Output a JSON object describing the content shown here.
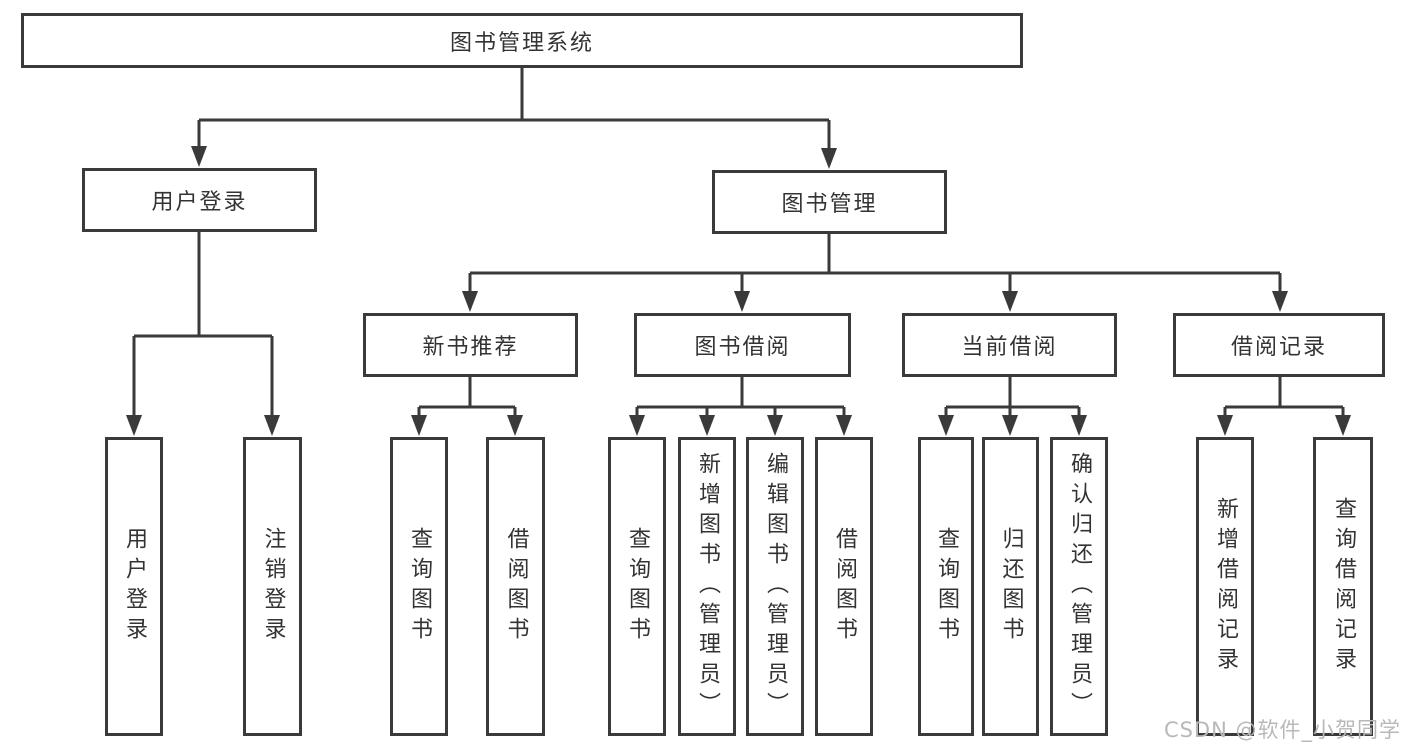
{
  "diagram": {
    "title": "图书管理系统",
    "root": {
      "label": "图书管理系统"
    },
    "level2": [
      {
        "label": "用户登录"
      },
      {
        "label": "图书管理"
      }
    ],
    "level3": [
      {
        "label": "新书推荐"
      },
      {
        "label": "图书借阅"
      },
      {
        "label": "当前借阅"
      },
      {
        "label": "借阅记录"
      }
    ],
    "leaves": {
      "user_login": [
        {
          "label": "用户登录"
        },
        {
          "label": "注销登录"
        }
      ],
      "new_books": [
        {
          "label": "查询图书"
        },
        {
          "label": "借阅图书"
        }
      ],
      "book_borrow": [
        {
          "label": "查询图书"
        },
        {
          "label": "新增图书（管理员）"
        },
        {
          "label": "编辑图书（管理员）"
        },
        {
          "label": "借阅图书"
        }
      ],
      "current_borrow": [
        {
          "label": "查询图书"
        },
        {
          "label": "归还图书"
        },
        {
          "label": "确认归还（管理员）"
        }
      ],
      "borrow_records": [
        {
          "label": "新增借阅记录"
        },
        {
          "label": "查询借阅记录"
        }
      ]
    },
    "watermark": "CSDN @软件_小贺同学",
    "colors": {
      "line": "#3a3a3a",
      "text": "#333333",
      "watermark": "#b8b8b8",
      "background": "#ffffff"
    }
  }
}
